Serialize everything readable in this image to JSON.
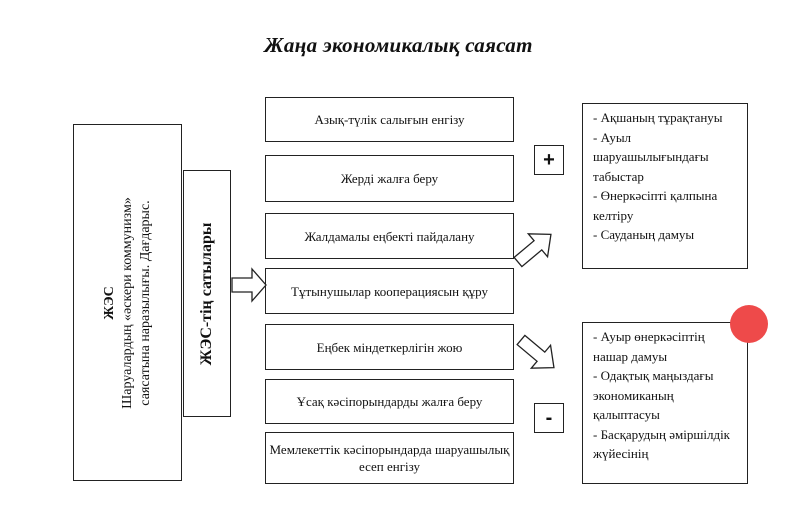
{
  "title": "Жаңа экономикалық саясат",
  "left_box": {
    "head": "ЖЭС",
    "line1": "Шаруалардың «әскери коммунизм»",
    "line2": "саясатына наразылығы. Дағдарыс."
  },
  "stages_label": "ЖЭС-тің сатылары",
  "steps": [
    "Азық-түлік салығын енгізу",
    "Жерді жалға беру",
    "Жалдамалы еңбекті пайдалану",
    "Тұтынушылар кооперациясын құру",
    "Еңбек міндеткерлігін жою",
    "Ұсақ кәсіпорындарды жалға беру",
    "Мемлекеттік кәсіпорындарда шаруашылық есеп енгізу"
  ],
  "plus_sign": "+",
  "minus_sign": "-",
  "positive": [
    "- Ақшаның тұрақтануы",
    "- Ауыл шаруашылығындағы табыстар",
    "- Өнеркәсіпті қалпына келтіру",
    "- Сауданың дамуы"
  ],
  "negative": [
    "- Ауыр өнеркәсіптің нашар дамуы",
    "- Одақтық маңыздағы экономиканың қалыптасуы",
    "- Басқарудың әміршілдік жүйесінің"
  ],
  "colors": {
    "marker": "#ee4a4a",
    "line": "#222222"
  }
}
